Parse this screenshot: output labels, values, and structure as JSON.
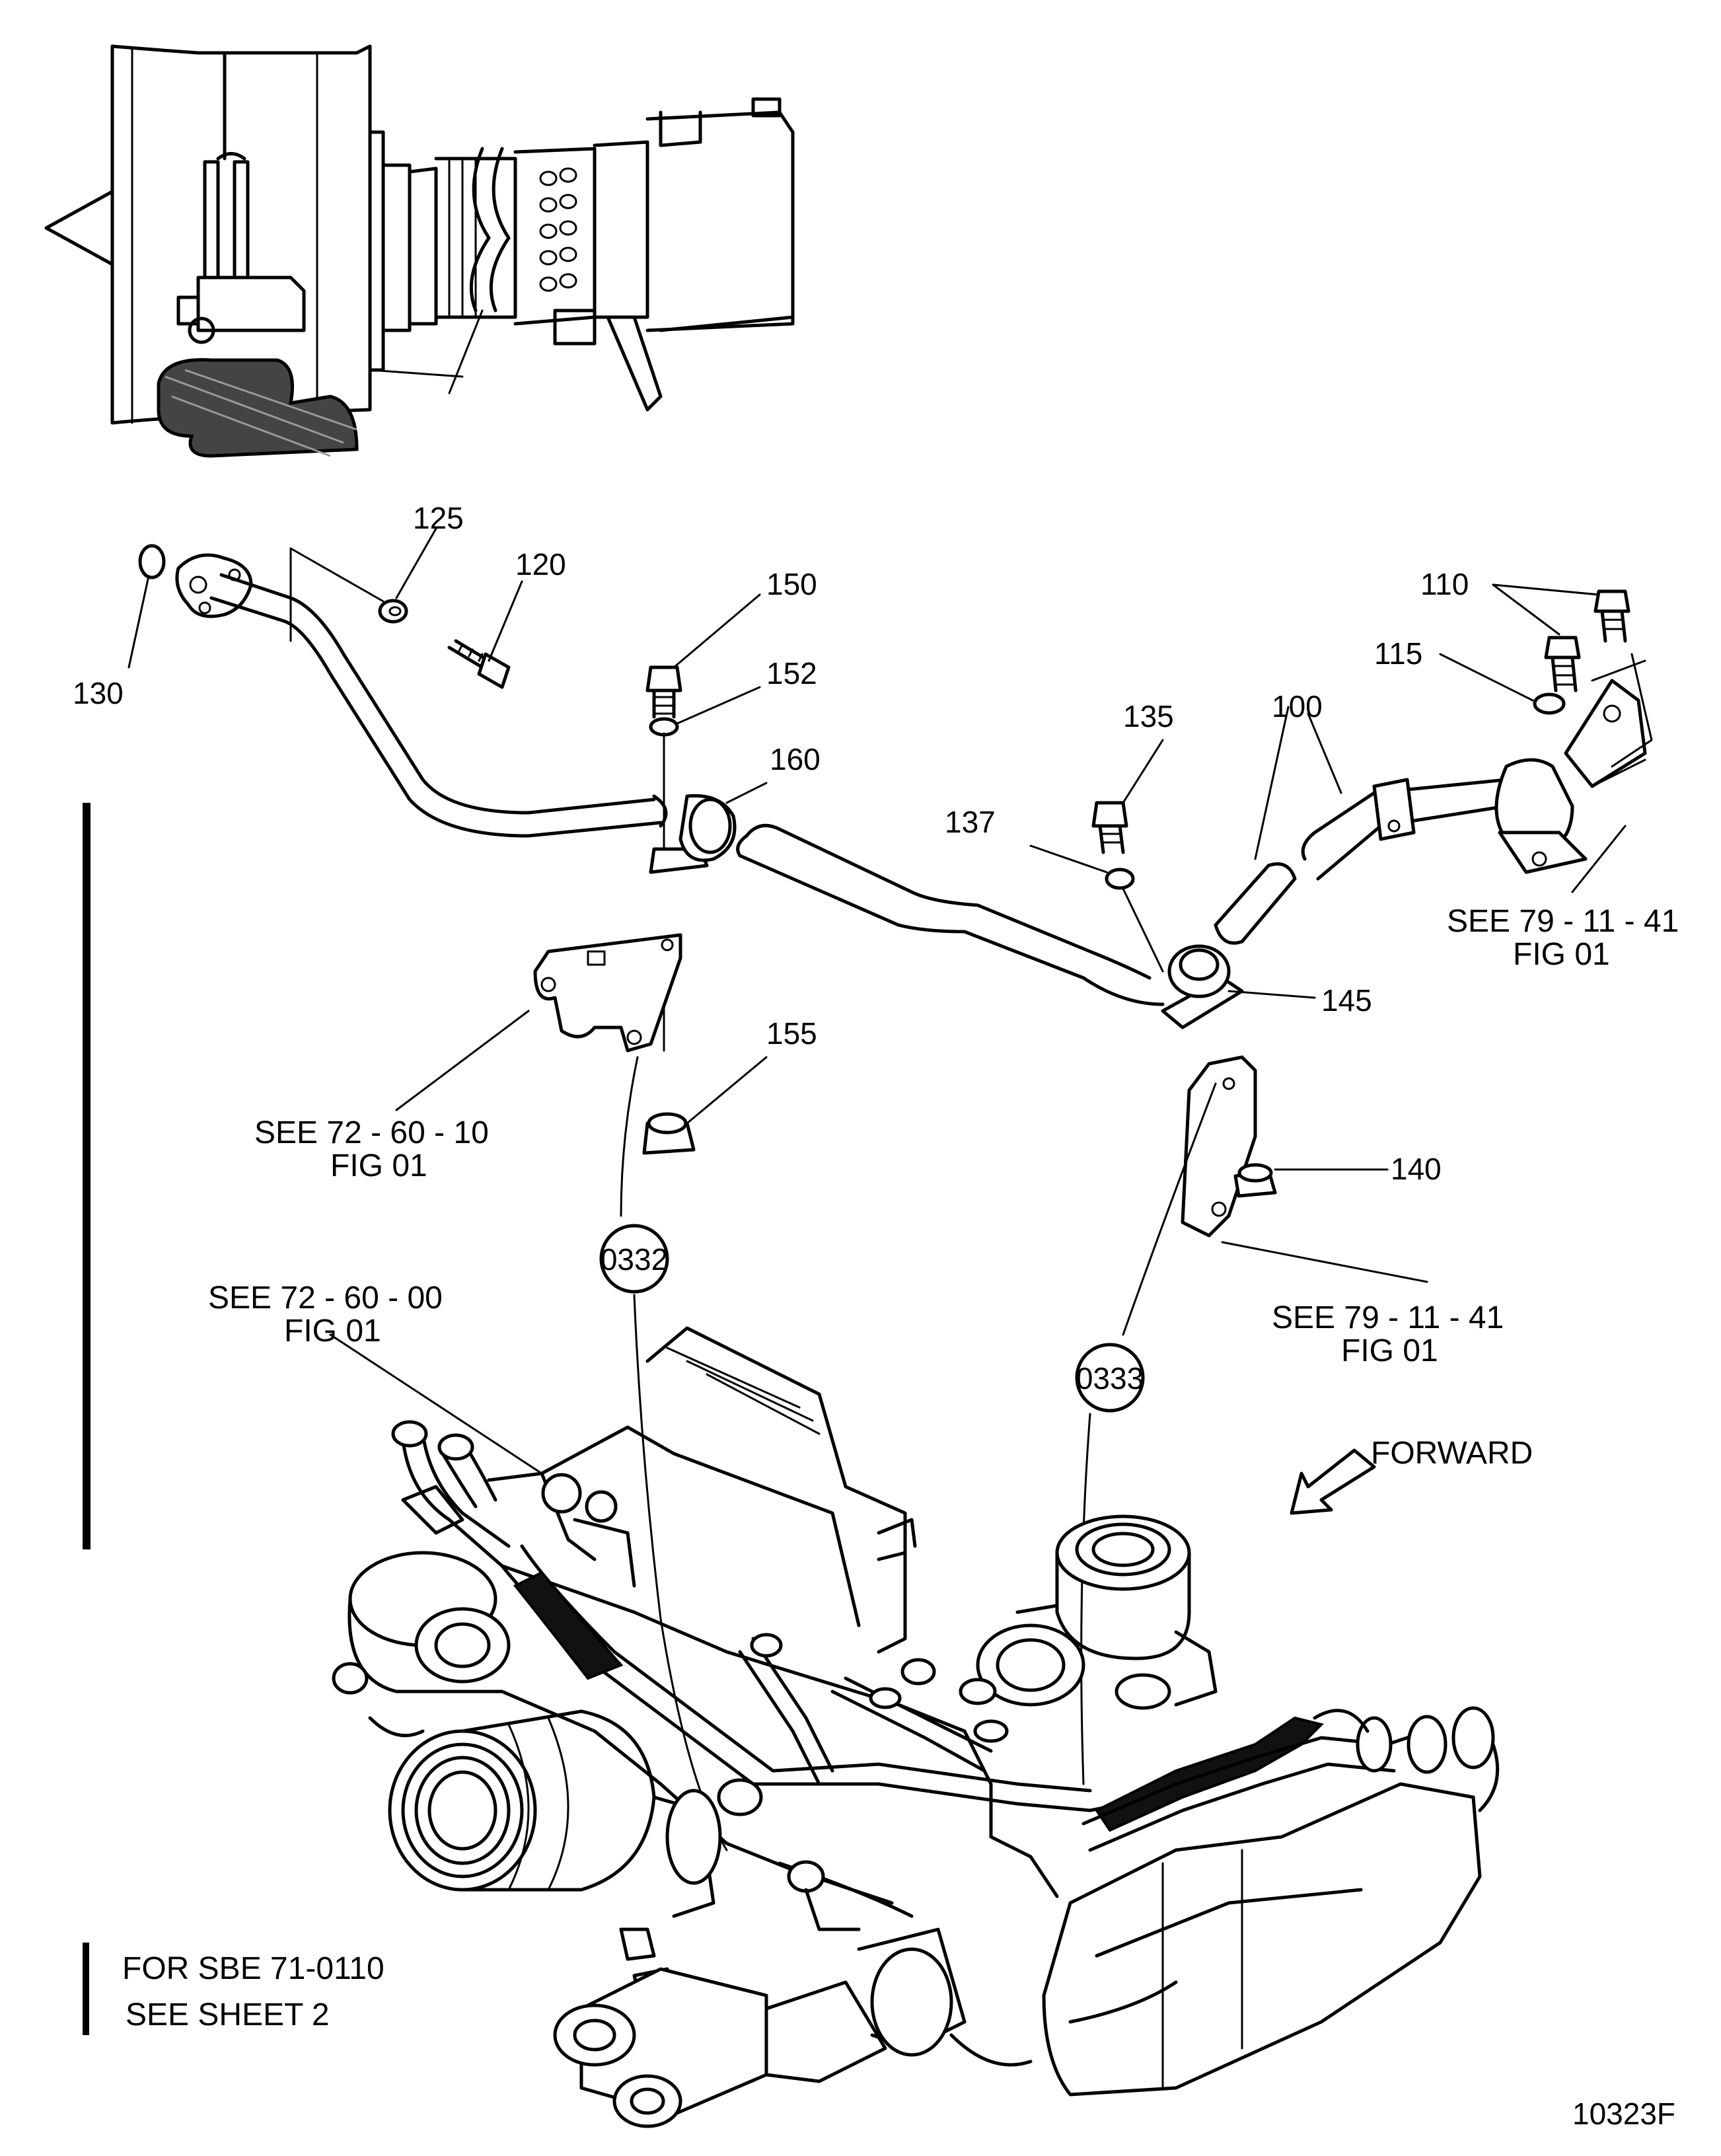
{
  "callouts": {
    "c100": "100",
    "c110": "110",
    "c115": "115",
    "c120": "120",
    "c125": "125",
    "c130": "130",
    "c135": "135",
    "c137": "137",
    "c140": "140",
    "c145": "145",
    "c150": "150",
    "c152": "152",
    "c155": "155",
    "c160": "160"
  },
  "references": {
    "see_79_11_41_top_line1": "SEE 79 - 11 - 41",
    "see_79_11_41_top_line2": "FIG 01",
    "see_72_60_10_line1": "SEE 72 - 60 - 10",
    "see_72_60_10_line2": "FIG 01",
    "see_79_11_41_bottom_line1": "SEE 79 - 11 - 41",
    "see_79_11_41_bottom_line2": "FIG 01",
    "see_72_60_00_line1": "SEE 72 - 60 - 00",
    "see_72_60_00_line2": "FIG 01"
  },
  "detail_bubbles": {
    "left": "0332",
    "right": "0333"
  },
  "direction": {
    "forward_label": "FORWARD"
  },
  "note": {
    "line1": "FOR SBE 71-0110",
    "line2": "SEE SHEET 2"
  },
  "figure_id": "10323F"
}
